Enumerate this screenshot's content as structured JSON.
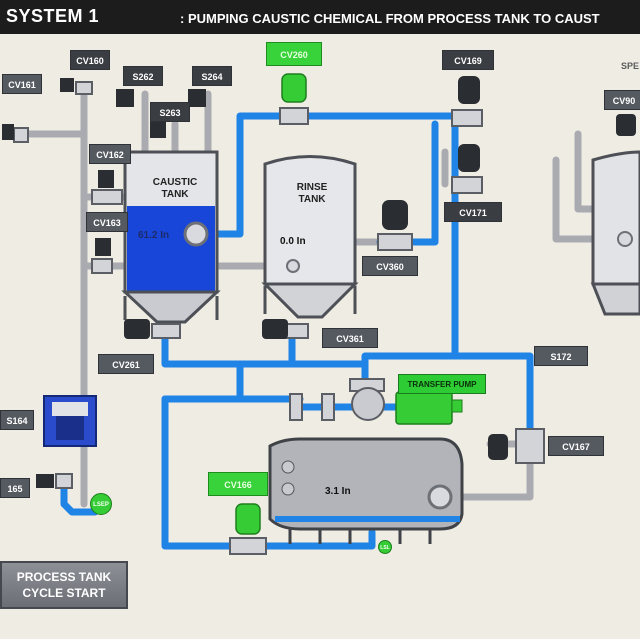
{
  "header": {
    "title": "SYSTEM 1",
    "subtitle": ": PUMPING CAUSTIC CHEMICAL FROM PROCESS TANK TO CAUST"
  },
  "tanks": {
    "caustic": {
      "label": "CAUSTIC\nTANK",
      "level": "61.2 In"
    },
    "rinse": {
      "label": "RINSE\nTANK",
      "level": "0.0 In"
    },
    "process": {
      "level": "3.1 In"
    }
  },
  "valves": {
    "cv160": "CV160",
    "cv161": "CV161",
    "s262": "S262",
    "s264": "S264",
    "s263": "S263",
    "cv162": "CV162",
    "cv163": "CV163",
    "cv260": "CV260",
    "cv169": "CV169",
    "spe": "SPE",
    "cv90": "CV90",
    "cv171": "CV171",
    "cv360": "CV360",
    "cv361": "CV361",
    "cv261": "CV261",
    "s172": "S172",
    "cv167": "CV167",
    "s164": "S164",
    "s165": "165",
    "cv166": "CV166"
  },
  "pump": {
    "label": "TRANSFER PUMP"
  },
  "indicators": {
    "lsep": "LSEP",
    "lsl": "LSL"
  },
  "controls": {
    "cycle_start": "PROCESS TANK\nCYCLE START"
  },
  "colors": {
    "active_pipe": "#1f84e6",
    "idle_pipe": "#b5b7bb",
    "caustic_fill": "#1746d8",
    "running": "#36cc36",
    "valve_dark": "#2a2d31"
  }
}
